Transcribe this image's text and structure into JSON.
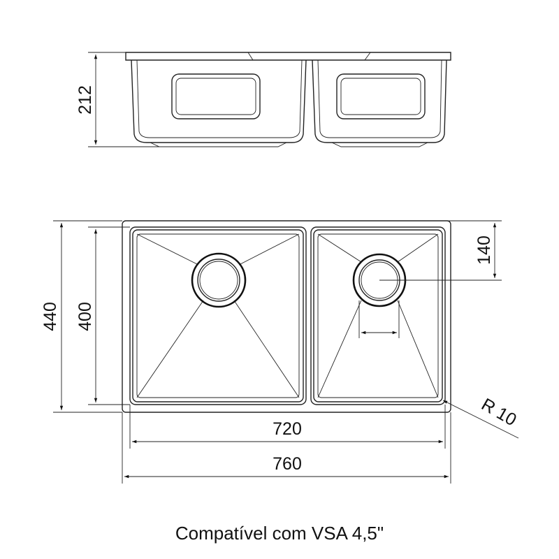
{
  "dimensions": {
    "height_side": "212",
    "depth_outer": "440",
    "depth_inner": "400",
    "drain_offset": "140",
    "width_inner": "720",
    "width_outer": "760",
    "corner_radius": "R 10"
  },
  "caption": "Compatível com VSA 4,5\""
}
